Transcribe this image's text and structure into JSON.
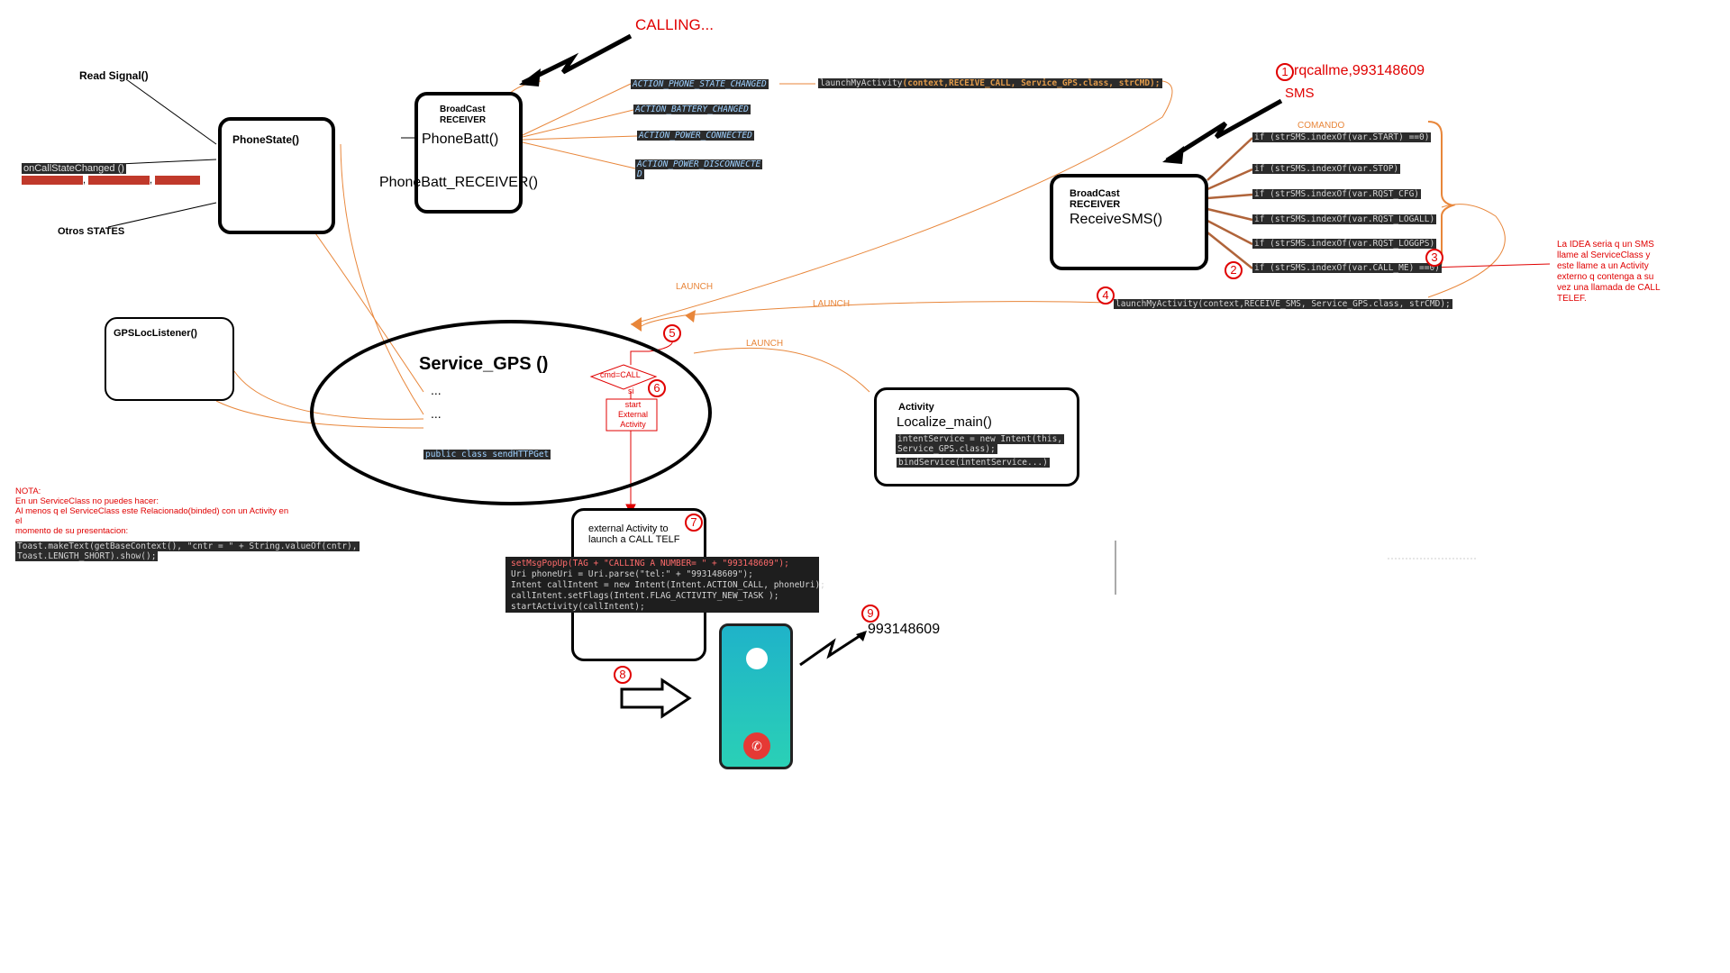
{
  "calling_label": "CALLING...",
  "read_signal": "Read Signal()",
  "phone_state": {
    "title": "PhoneState()",
    "callback": "onCallStateChanged ()",
    "states_red": [
      "",
      "",
      ""
    ],
    "other_states": "Otros STATES"
  },
  "broadcast_receiver_1": {
    "header_line1": "BroadCast",
    "header_line2": "RECEIVER",
    "name": "PhoneBatt()",
    "caption": "PhoneBatt_RECEIVER()"
  },
  "actions": [
    "ACTION_PHONE_STATE_CHANGED",
    "ACTION_BATTERY_CHANGED",
    "ACTION_POWER_CONNECTED",
    "ACTION_POWER_DISCONNECTE",
    "D"
  ],
  "launch_call_code": {
    "fn": "launchMyActivity",
    "args": "(context,RECEIVE_CALL, Service_GPS.class, strCMD);"
  },
  "sms_header": {
    "num": "1",
    "text": "rqcallme,993148609",
    "sms": "SMS"
  },
  "broadcast_receiver_2": {
    "header_line1": "BroadCast",
    "header_line2": "RECEIVER",
    "name": "ReceiveSMS()"
  },
  "comando_label": "COMANDO",
  "sms_checks": [
    "if (strSMS.indexOf(var.START) ==0)",
    "if (strSMS.indexOf(var.STOP)",
    "if (strSMS.indexOf(var.RQST_CFG)",
    "if (strSMS.indexOf(var.RQST_LOGALL)",
    "if (strSMS.indexOf(var.RQST_LOGGPS)",
    "if (strSMS.indexOf(var.CALL_ME) ==0)"
  ],
  "launch_sms_code": "launchMyActivity(context,RECEIVE_SMS, Service_GPS.class, strCMD);",
  "idea_note": [
    "La IDEA seria q un SMS",
    "llame al ServiceClass y",
    "este llame a un Activity",
    "externo q contenga a su",
    "vez una llamada de CALL",
    "TELEF."
  ],
  "launch_labels": [
    "LAUNCH",
    "LAUNCH",
    "LAUNCH"
  ],
  "gps_listener": "GPSLocListener()",
  "service": {
    "title": "Service_GPS ()",
    "dots1": "...",
    "dots2": "...",
    "decision": "cmd=CALL",
    "yes": "si",
    "start_box": [
      "start",
      "External",
      "Activity"
    ],
    "inner_class": "public class sendHTTPGet"
  },
  "activity": {
    "label": "Activity",
    "name": "Localize_main()",
    "code1": "intentService = new Intent(this,",
    "code2": "Service_GPS.class);",
    "code3": "bindService(intentService...)"
  },
  "nota": [
    "NOTA:",
    "En un ServiceClass no puedes hacer:",
    "Al menos q el ServiceClass este Relacionado(binded) con un Activity en",
    "el",
    "momento de su presentacion:"
  ],
  "toast_code": [
    "Toast.makeText(getBaseContext(), \"cntr = \" + String.valueOf(cntr),",
    "Toast.LENGTH_SHORT).show();"
  ],
  "external_activity": {
    "line1": "external Activity to",
    "line2": "launch a CALL TELF"
  },
  "call_code": [
    "setMsgPopUp(TAG + \"CALLING A NUMBER= \" + \"993148609\");",
    "Uri phoneUri = Uri.parse(\"tel:\" + \"993148609\");",
    "Intent callIntent = new Intent(Intent.ACTION_CALL, phoneUri);",
    "callIntent.setFlags(Intent.FLAG_ACTIVITY_NEW_TASK );",
    "startActivity(callIntent);"
  ],
  "numbers": [
    "2",
    "3",
    "4",
    "5",
    "6",
    "7",
    "8",
    "9"
  ],
  "dialed_number": "993148609",
  "colors": {
    "red": "#e00000",
    "orange": "#e8863a",
    "brown": "#b0643a",
    "code_bg": "#2b2b2b"
  }
}
